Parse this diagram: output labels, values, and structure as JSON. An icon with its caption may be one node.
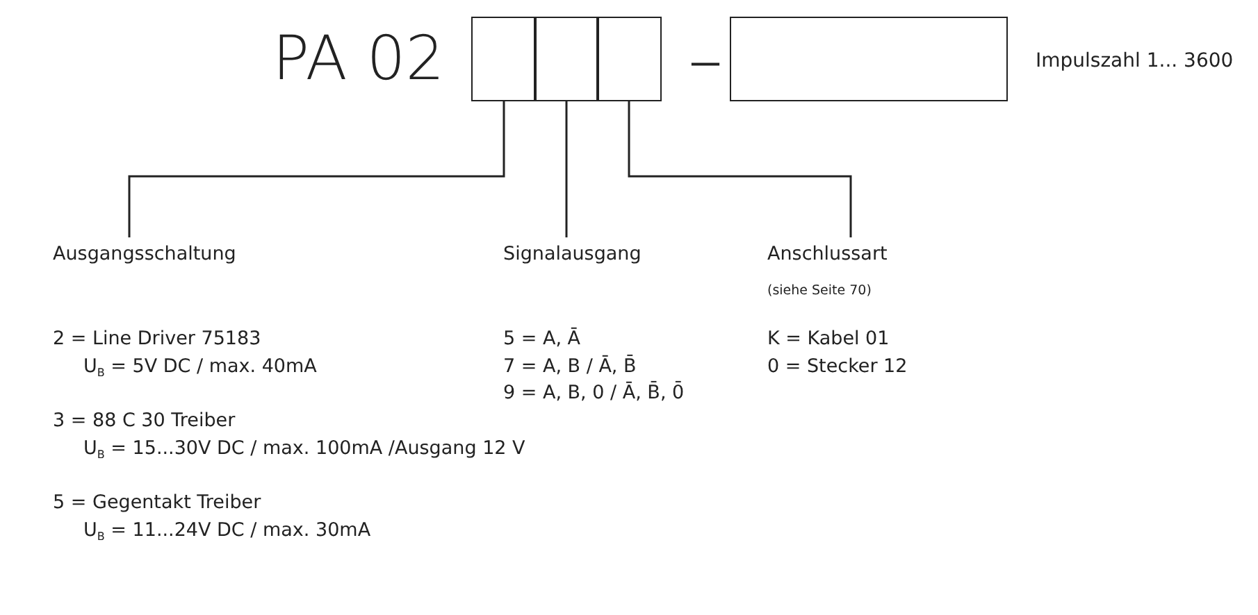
{
  "diagram": {
    "nodes": [
      {
        "text": [],
        "shape": "box"
      },
      {
        "text": [],
        "shape": "box"
      },
      {
        "text": [],
        "shape": "box"
      },
      {
        "text": [],
        "shape": "box",
        "beside": [
          "Impulszahl 1... 3600"
        ]
      },
      {
        "text": [
          "Ausgangsschaltung",
          "2 = Line Driver 75183",
          "U$_{B}$ = 5V DC / max. 40mA",
          "3 = 88 C 30 Treiber",
          "U$_{B}$ = 15...30V DC / max. 100mA /Ausgang 12 V",
          "5 = Gegentakt Treiber",
          "U$_{B}$ = 11...24V DC / max. 30mA"
        ]
      },
      {
        "text": [
          "Signalausgang",
          "5 = A, Ā",
          "7 = A, B / Ā, B̄",
          "9 = A, B, 0 / Ā, B̄, 0̄"
        ]
      },
      {
        "text": [
          "Anschlussart",
          "(siehe Seite 70)",
          "K = Kabel 01",
          "0 = Stecker 12"
        ]
      }
    ],
    "edges": [
      {
        "from": 0,
        "to": 4,
        "arrow": "none"
      },
      {
        "from": 1,
        "to": 5,
        "arrow": "none"
      },
      {
        "from": 2,
        "to": 6,
        "arrow": "none"
      }
    ],
    "labels": [
      "PA 02",
      "–"
    ]
  }
}
